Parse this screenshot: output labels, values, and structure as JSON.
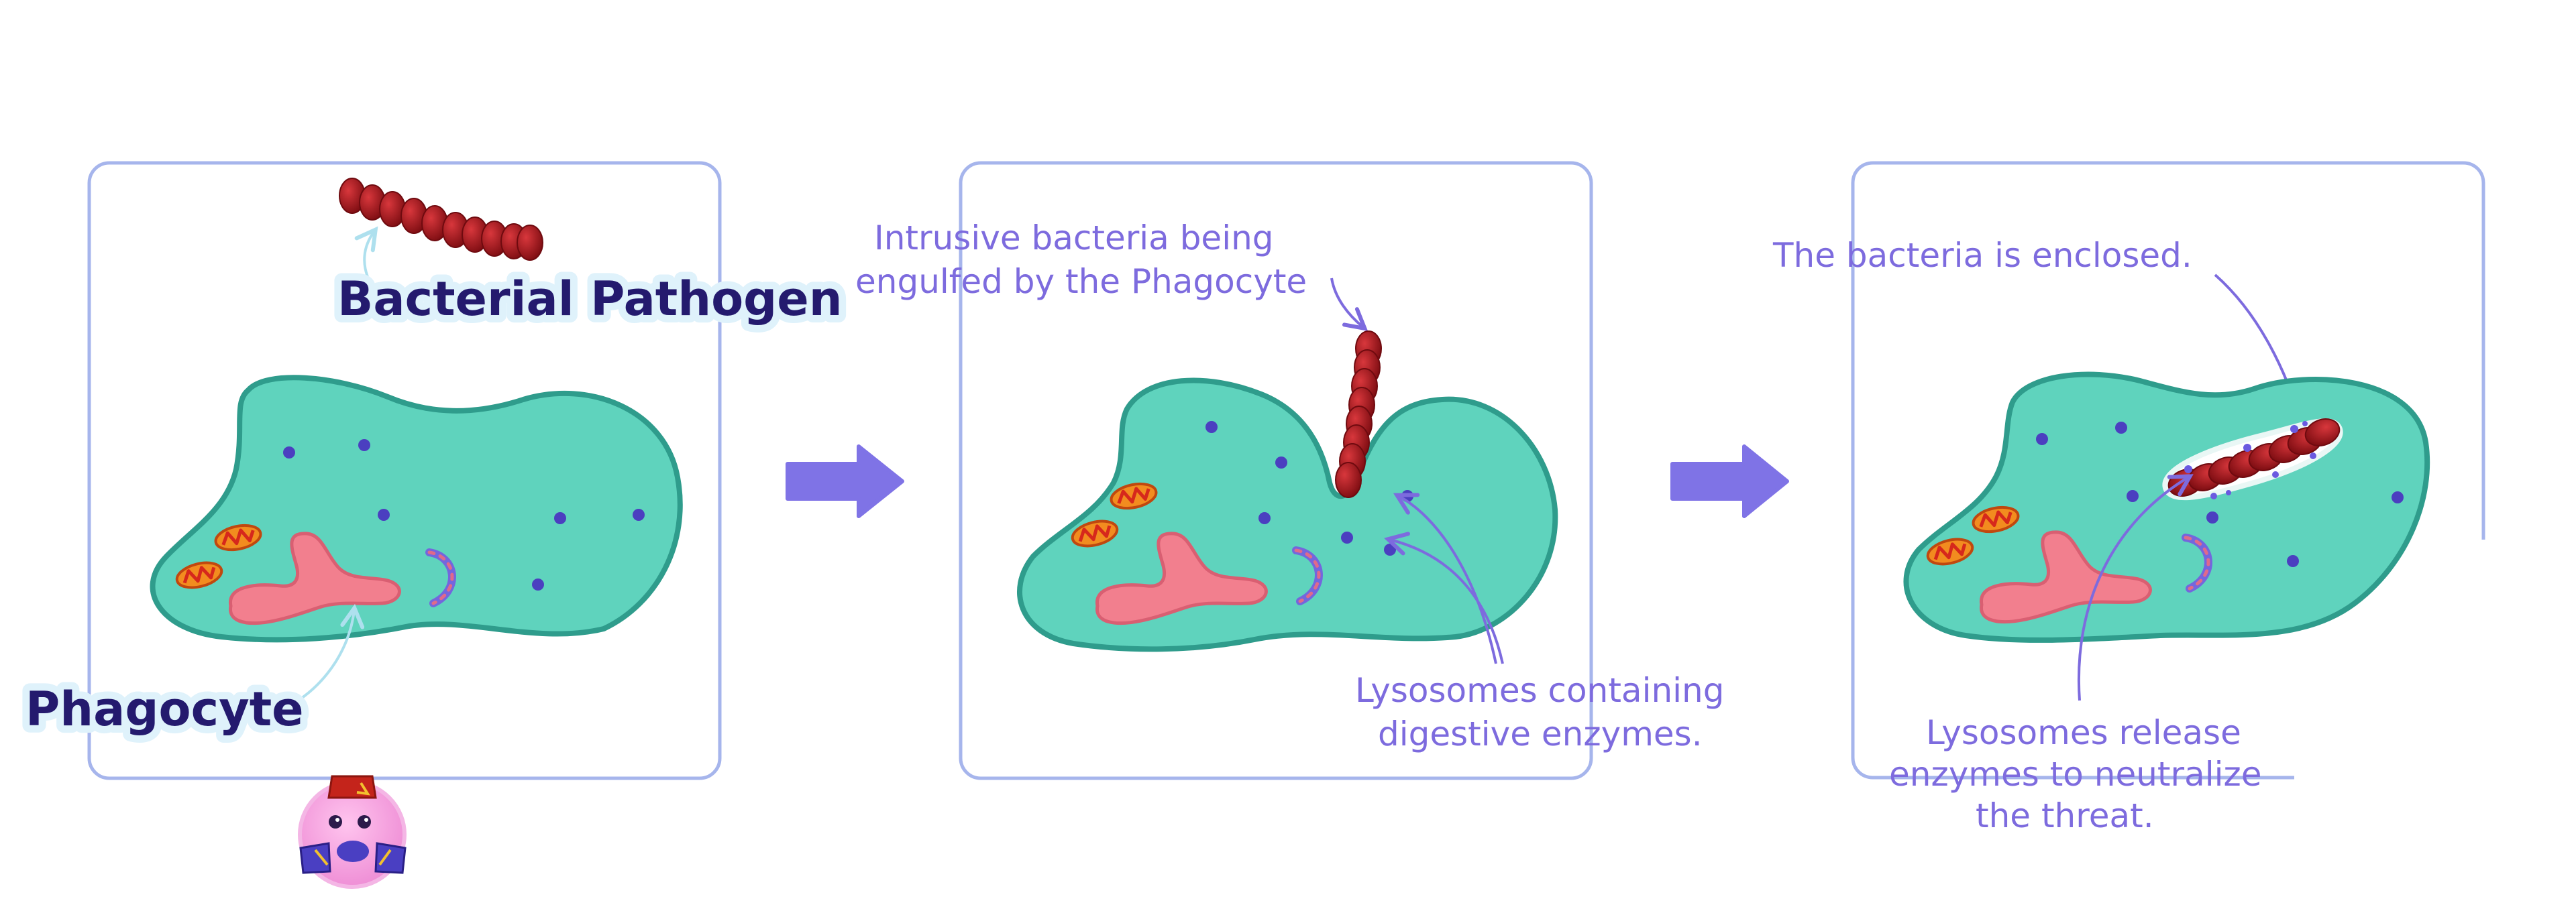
{
  "colors": {
    "panel_border": "#a6b5ec",
    "arrow": "#7f73e6",
    "label_text": "#7d6bde",
    "title_text": "#241a6e",
    "cell_body": "#5fd3bd",
    "cell_edge": "#2f9c8c",
    "nucleus": "#f27f8e",
    "bacteria": "#a8161b",
    "lysosome": "#4b3fc0",
    "mitochondria": "#f28c1f",
    "mascot": "#f29fdc"
  },
  "panels": [
    {
      "id": "step1",
      "labels": {
        "pathogen": "Bacterial Pathogen",
        "phagocyte": "Phagocyte"
      }
    },
    {
      "id": "step2",
      "labels": {
        "engulf_line1": "Intrusive bacteria being",
        "engulf_line2": "engulfed by the Phagocyte",
        "lysosome_line1": "Lysosomes containing",
        "lysosome_line2": "digestive enzymes."
      }
    },
    {
      "id": "step3",
      "labels": {
        "enclosed": "The bacteria is enclosed.",
        "release_line1": "Lysosomes release",
        "release_line2": "enzymes to neutralize",
        "release_line3": "the threat."
      }
    }
  ],
  "icons": [
    "right-arrow-icon",
    "right-arrow-icon",
    "mascot-icon"
  ]
}
